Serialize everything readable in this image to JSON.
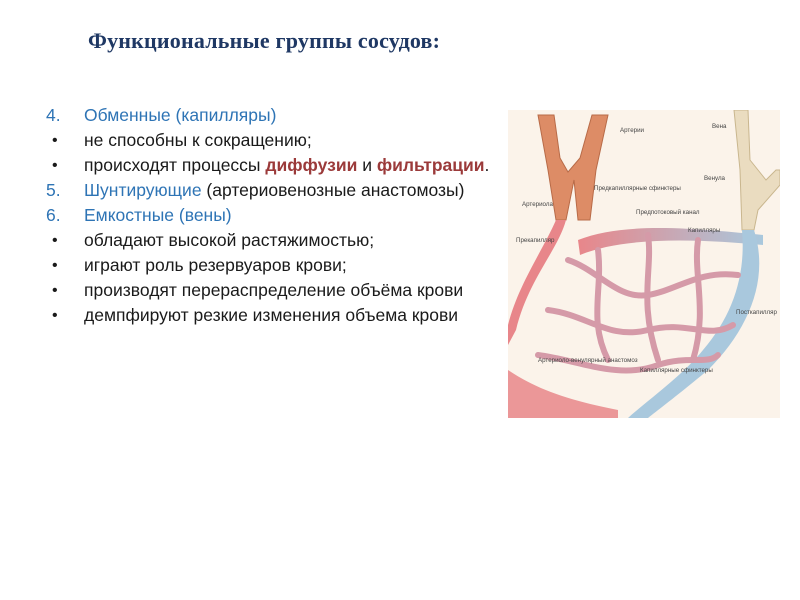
{
  "title": "Функциональные группы сосудов:",
  "items": [
    {
      "type": "num",
      "marker": "4.",
      "parts": [
        {
          "text": "Обменные  (капилляры)",
          "style": "blue"
        }
      ]
    },
    {
      "type": "bullet",
      "marker": "•",
      "parts": [
        {
          "text": "не способны к сокращению;",
          "style": ""
        }
      ]
    },
    {
      "type": "bullet",
      "marker": "•",
      "parts": [
        {
          "text": "происходят процессы ",
          "style": ""
        },
        {
          "text": "диффузии",
          "style": "red"
        },
        {
          "text": " и ",
          "style": ""
        },
        {
          "text": "фильтрации",
          "style": "red"
        },
        {
          "text": ".",
          "style": ""
        }
      ]
    },
    {
      "type": "num",
      "marker": "5.",
      "parts": [
        {
          "text": "Шунтирующие",
          "style": "blue"
        },
        {
          "text": " (артериовенозные анастомозы)",
          "style": ""
        }
      ]
    },
    {
      "type": "num",
      "marker": "6.",
      "parts": [
        {
          "text": "Емкостные (вены)",
          "style": "blue"
        }
      ]
    },
    {
      "type": "bullet",
      "marker": "•",
      "parts": [
        {
          "text": "обладают  высокой  растяжимостью;",
          "style": ""
        }
      ]
    },
    {
      "type": "bullet",
      "marker": "•",
      "parts": [
        {
          "text": "играют роль резервуаров крови;",
          "style": ""
        }
      ]
    },
    {
      "type": "bullet",
      "marker": "•",
      "parts": [
        {
          "text": "производят перераспределение объёма крови",
          "style": ""
        }
      ]
    },
    {
      "type": "bullet",
      "marker": "•",
      "parts": [
        {
          "text": "демпфируют резкие изменения объема крови",
          "style": ""
        }
      ]
    }
  ],
  "figure": {
    "labels": {
      "arteria": "Артерии",
      "vena": "Вена",
      "venula": "Венула",
      "arteriola": "Артериола",
      "precap_sphincters": "Предкапиллярные сфинктеры",
      "pretransit": "Предпотоковый канал",
      "capillaries": "Капилляры",
      "precapillary": "Прекапилляр",
      "postcapillary": "Посткапилляр",
      "av_anastomosis": "Артериоло-венулярный анастомоз",
      "cap_sphincters": "Капиллярные сфинктеры"
    },
    "colors": {
      "artery": "#e8868a",
      "vein": "#a9c8dd",
      "arteriole_wall": "#d98b63",
      "vena_wall": "#e7d7b8"
    }
  }
}
